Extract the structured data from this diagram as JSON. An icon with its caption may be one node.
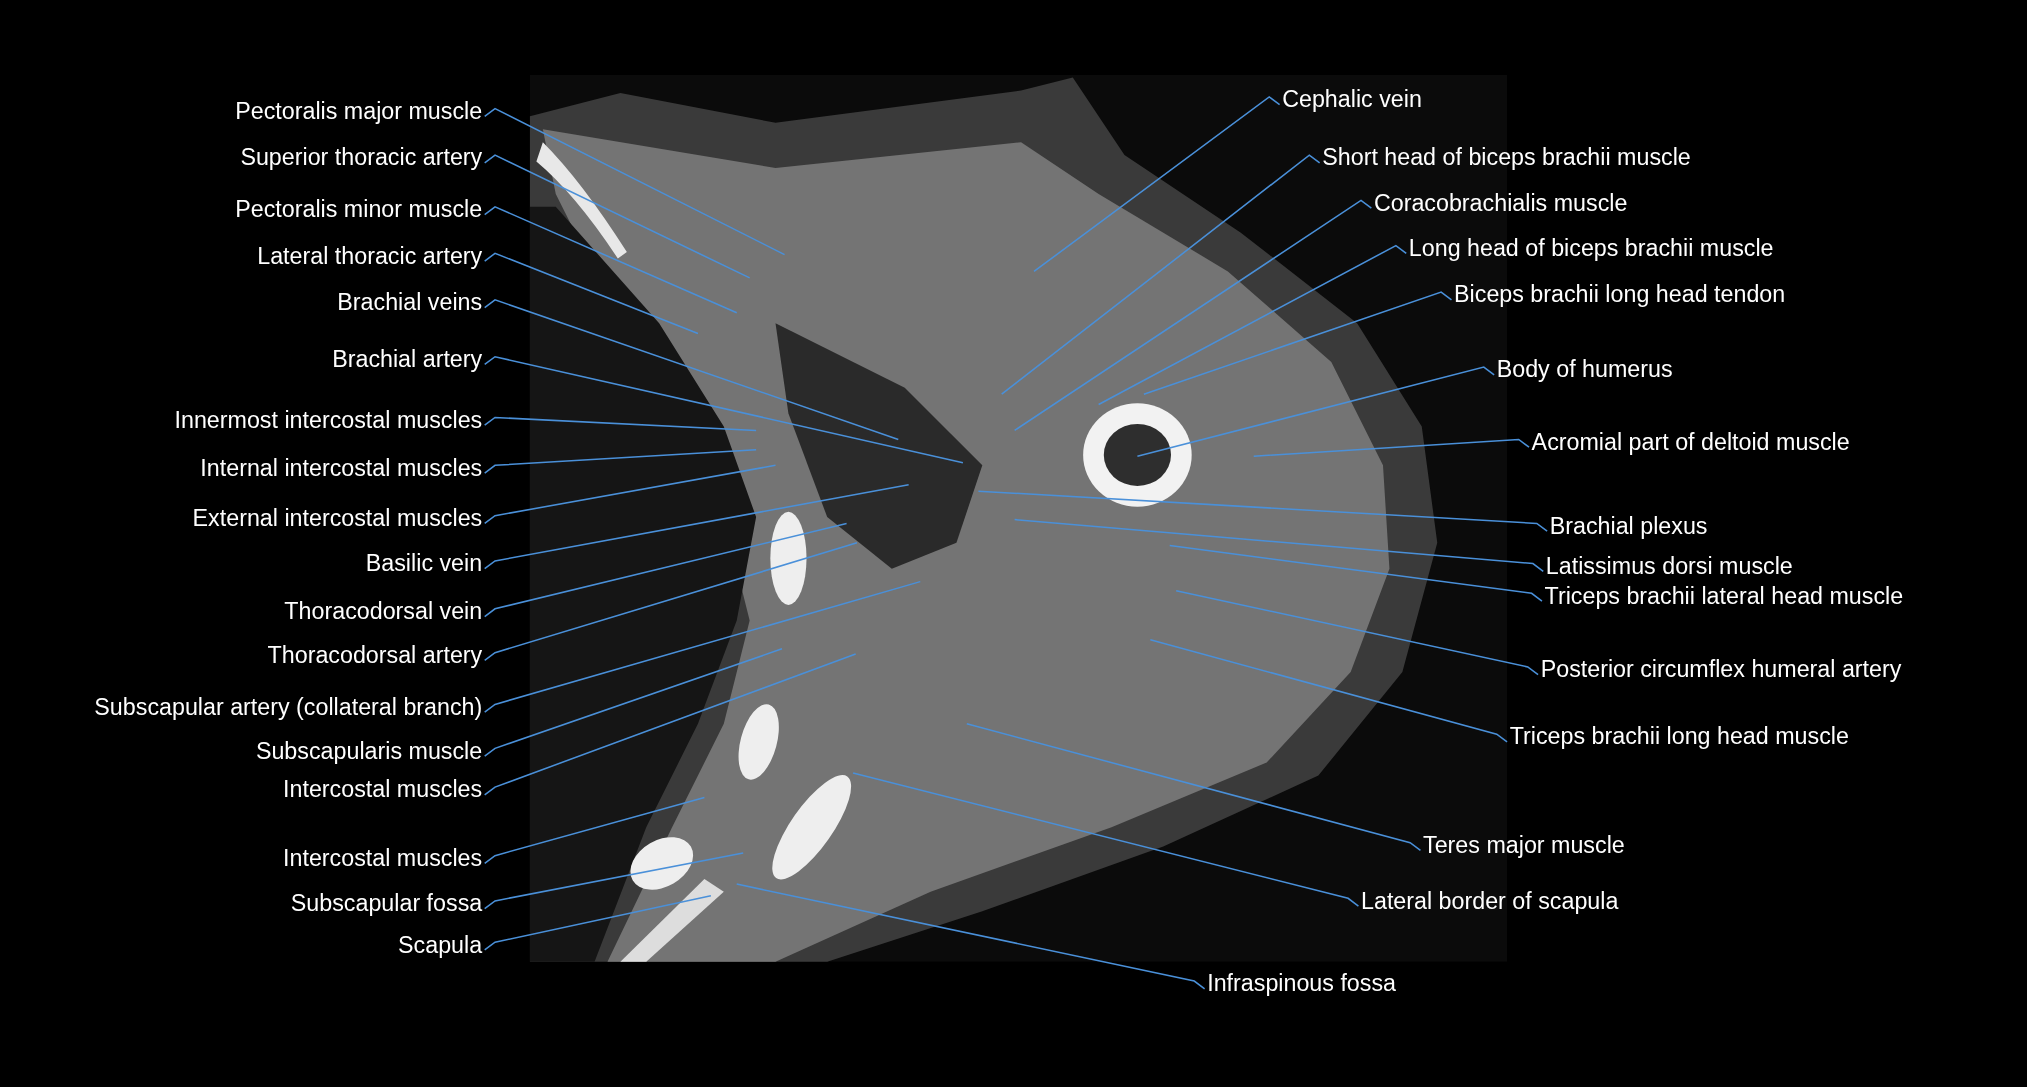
{
  "diagram": {
    "nodes": [
      {
        "text": [
          "Pectoralis major muscle"
        ]
      },
      {
        "text": [
          "Superior thoracic artery"
        ]
      },
      {
        "text": [
          "Pectoralis minor muscle"
        ]
      },
      {
        "text": [
          "Lateral thoracic artery"
        ]
      },
      {
        "text": [
          "Brachial veins"
        ]
      },
      {
        "text": [
          "Brachial artery"
        ]
      },
      {
        "text": [
          "Innermost intercostal muscles"
        ]
      },
      {
        "text": [
          "Internal intercostal muscles"
        ]
      },
      {
        "text": [
          "External intercostal muscles"
        ]
      },
      {
        "text": [
          "Basilic vein"
        ]
      },
      {
        "text": [
          "Thoracodorsal vein"
        ]
      },
      {
        "text": [
          "Thoracodorsal artery"
        ]
      },
      {
        "text": [
          "Subscapular artery (collateral branch)"
        ]
      },
      {
        "text": [
          "Subscapularis muscle"
        ]
      },
      {
        "text": [
          "Intercostal muscles"
        ]
      },
      {
        "text": [
          "Intercostal muscles"
        ]
      },
      {
        "text": [
          "Subscapular fossa"
        ]
      },
      {
        "text": [
          "Scapula"
        ]
      },
      {
        "text": [
          "Cephalic vein"
        ]
      },
      {
        "text": [
          "Short head of biceps brachii muscle"
        ]
      },
      {
        "text": [
          "Coracobrachialis muscle"
        ]
      },
      {
        "text": [
          "Long head of biceps brachii muscle"
        ]
      },
      {
        "text": [
          "Biceps brachii long head tendon"
        ]
      },
      {
        "text": [
          "Body of humerus"
        ]
      },
      {
        "text": [
          "Acromial part of deltoid muscle"
        ]
      },
      {
        "text": [
          "Brachial plexus"
        ]
      },
      {
        "text": [
          "Latissimus dorsi muscle"
        ]
      },
      {
        "text": [
          "Triceps brachii lateral head muscle"
        ]
      },
      {
        "text": [
          "Posterior circumflex humeral artery"
        ]
      },
      {
        "text": [
          "Triceps brachii long head muscle"
        ]
      },
      {
        "text": [
          "Teres major muscle"
        ]
      },
      {
        "text": [
          "Lateral border of scapula"
        ]
      },
      {
        "text": [
          "Infraspinous fossa"
        ]
      }
    ],
    "edges": [
      {
        "from": 0,
        "to": null,
        "arrow": "none"
      },
      {
        "from": 1,
        "to": null,
        "arrow": "none"
      },
      {
        "from": 2,
        "to": null,
        "arrow": "none"
      },
      {
        "from": 3,
        "to": null,
        "arrow": "none"
      },
      {
        "from": 4,
        "to": null,
        "arrow": "none"
      },
      {
        "from": 5,
        "to": null,
        "arrow": "none"
      },
      {
        "from": 6,
        "to": null,
        "arrow": "none"
      },
      {
        "from": 7,
        "to": null,
        "arrow": "none"
      },
      {
        "from": 8,
        "to": null,
        "arrow": "none"
      },
      {
        "from": 9,
        "to": null,
        "arrow": "none"
      },
      {
        "from": 10,
        "to": null,
        "arrow": "none"
      },
      {
        "from": 11,
        "to": null,
        "arrow": "none"
      },
      {
        "from": 12,
        "to": null,
        "arrow": "none"
      },
      {
        "from": 13,
        "to": null,
        "arrow": "none"
      },
      {
        "from": 14,
        "to": null,
        "arrow": "none"
      },
      {
        "from": 15,
        "to": null,
        "arrow": "none"
      },
      {
        "from": 16,
        "to": null,
        "arrow": "none"
      },
      {
        "from": 17,
        "to": null,
        "arrow": "none"
      },
      {
        "from": 18,
        "to": null,
        "arrow": "none"
      },
      {
        "from": 19,
        "to": null,
        "arrow": "none"
      },
      {
        "from": 20,
        "to": null,
        "arrow": "none"
      },
      {
        "from": 21,
        "to": null,
        "arrow": "none"
      },
      {
        "from": 22,
        "to": null,
        "arrow": "none"
      },
      {
        "from": 23,
        "to": null,
        "arrow": "none"
      },
      {
        "from": 24,
        "to": null,
        "arrow": "none"
      },
      {
        "from": 25,
        "to": null,
        "arrow": "none"
      },
      {
        "from": 26,
        "to": null,
        "arrow": "none"
      },
      {
        "from": 27,
        "to": null,
        "arrow": "none"
      },
      {
        "from": 28,
        "to": null,
        "arrow": "none"
      },
      {
        "from": 29,
        "to": null,
        "arrow": "none"
      },
      {
        "from": 30,
        "to": null,
        "arrow": "none"
      },
      {
        "from": 31,
        "to": null,
        "arrow": "none"
      },
      {
        "from": 32,
        "to": null,
        "arrow": "none"
      }
    ]
  }
}
